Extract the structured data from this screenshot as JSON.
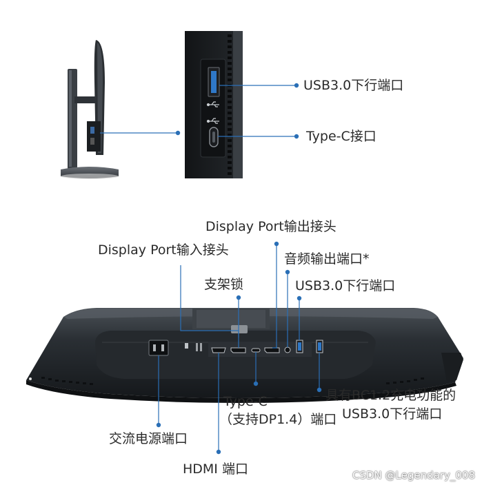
{
  "labels": {
    "side_usb": "USB3.0下行端口",
    "side_typec": "Type-C接口",
    "dp_out": "Display Port输出接头",
    "dp_in": "Display Port输入接头",
    "audio_out": "音频输出端口*",
    "stand_lock": "支架锁",
    "usb_down": "USB3.0下行端口",
    "bc_line1": "具有BC1.2充电功能的",
    "bc_line2": "USB3.0下行端口",
    "typec_line1": "Type-C",
    "typec_line2": "（支持DP1.4）端口",
    "ac_power": "交流电源端口",
    "hdmi": "HDMI 端口"
  },
  "watermark": "CSDN @Legendary_008",
  "colors": {
    "accent": "#2a6fb6",
    "chassis": "#1e2226",
    "text": "#2a2a2a"
  }
}
